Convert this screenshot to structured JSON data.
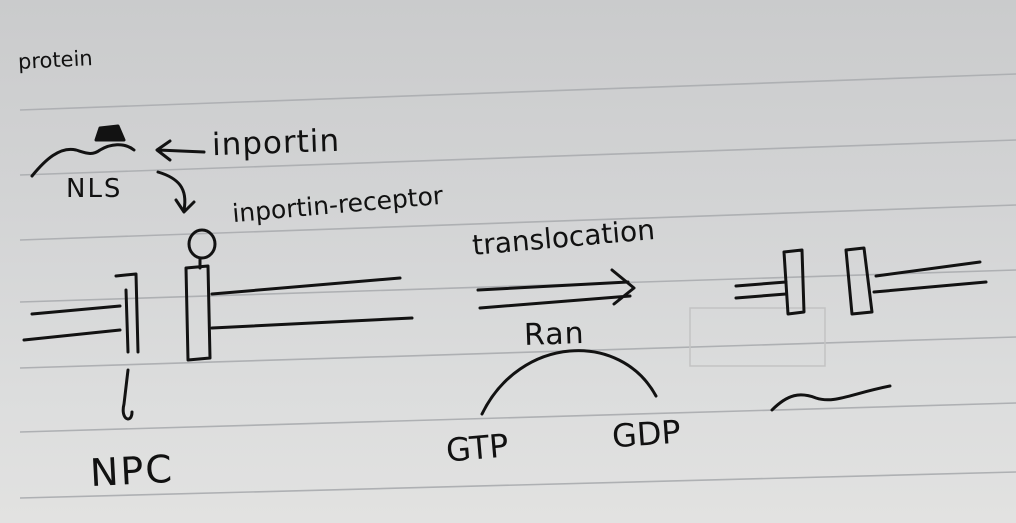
{
  "diagram": {
    "labels": {
      "protein": "protein",
      "importin": "inportin",
      "nls": "NLS",
      "receptor": "inportin-receptor",
      "translocation": "translocation",
      "ran": "Ran",
      "gtp": "GTP",
      "gdp": "GDP",
      "npc": "NPC"
    }
  }
}
